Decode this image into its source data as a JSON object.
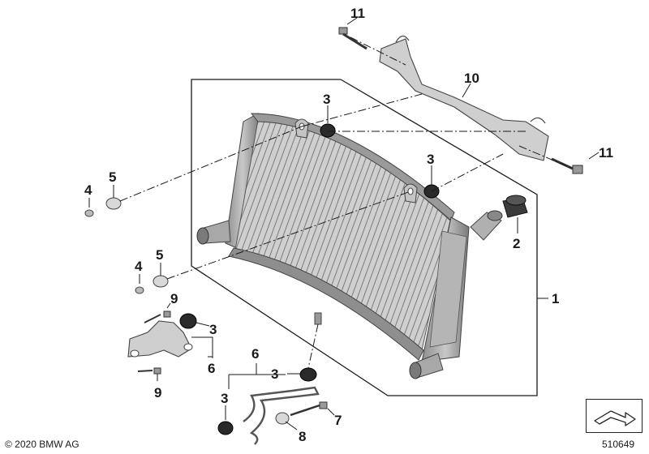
{
  "diagram": {
    "callouts": {
      "c1": "1",
      "c2": "2",
      "c3a": "3",
      "c3b": "3",
      "c3c": "3",
      "c3d": "3",
      "c3e": "3",
      "c4a": "4",
      "c4b": "4",
      "c5a": "5",
      "c5b": "5",
      "c6a": "6",
      "c6b": "6",
      "c7": "7",
      "c8": "8",
      "c9a": "9",
      "c9b": "9",
      "c10": "10",
      "c11a": "11",
      "c11b": "11"
    }
  },
  "footer": {
    "copyright": "© 2020 BMW AG",
    "document_number": "510649"
  },
  "icons": {
    "navigation": "arrow-nav-icon"
  },
  "colors": {
    "line": "#1a1a1a",
    "radiator_body": "#bdbdbd",
    "radiator_dark": "#6e6e6e",
    "fins": "#8a8a8a"
  }
}
